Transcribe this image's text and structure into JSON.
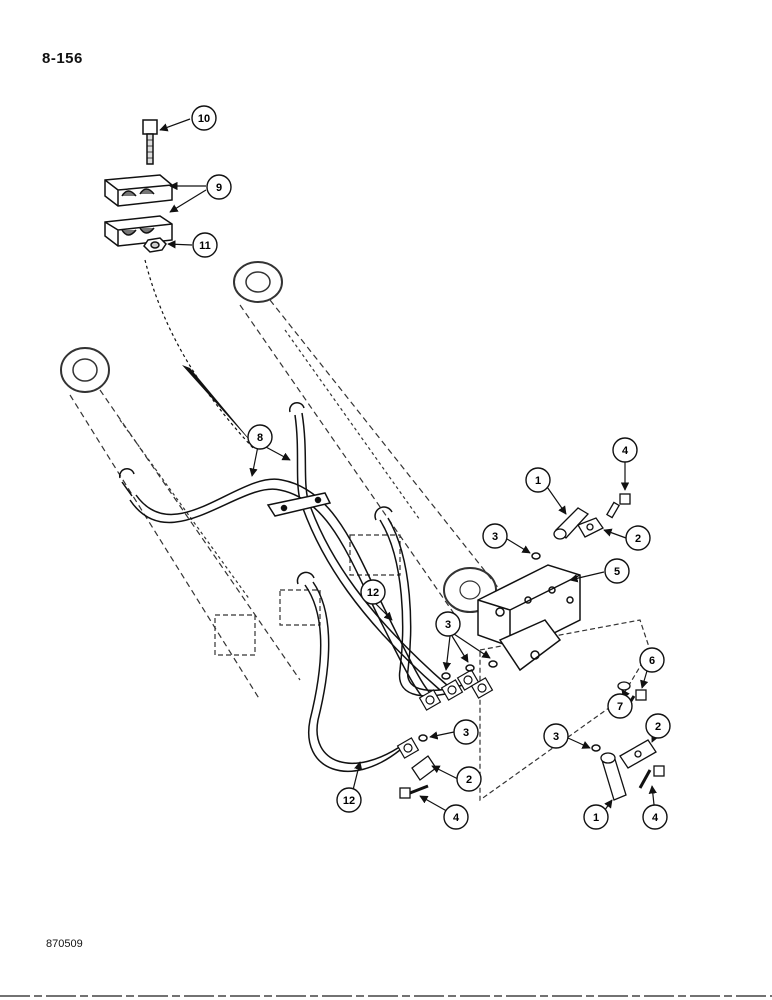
{
  "page_number": "8-156",
  "drawing_number": "870509",
  "callouts": {
    "c10": "10",
    "c9": "9",
    "c11": "11",
    "c8": "8",
    "c4_top": "4",
    "c1_top": "1",
    "c2_top": "2",
    "c3_top": "3",
    "c5": "5",
    "c12_mid": "12",
    "c3_group": "3",
    "c3_low": "3",
    "c6": "6",
    "c7": "7",
    "c2_right": "2",
    "c3_right": "3",
    "c2_low": "2",
    "c12_low": "12",
    "c4_low": "4",
    "c1_low": "1",
    "c4_right": "4"
  }
}
